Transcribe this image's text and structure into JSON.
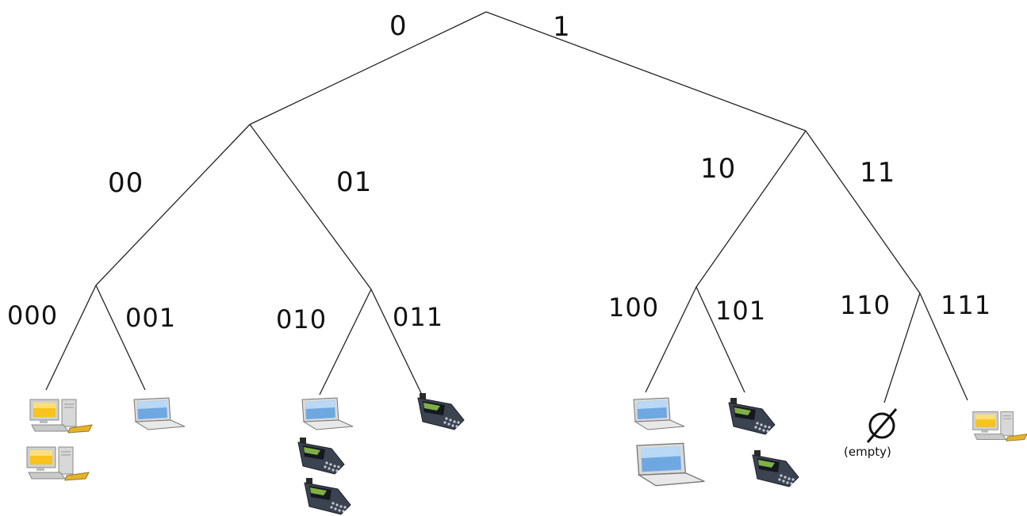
{
  "edge_labels": {
    "l0": "0",
    "l1": "1",
    "l00": "00",
    "l01": "01",
    "l10": "10",
    "l11": "11",
    "l000": "000",
    "l001": "001",
    "l010": "010",
    "l011": "011",
    "l100": "100",
    "l101": "101",
    "l110": "110",
    "l111": "111"
  },
  "leaves": {
    "b000": [
      "desktop",
      "desktop"
    ],
    "b001": [
      "laptop"
    ],
    "b010": [
      "laptop",
      "phone",
      "phone"
    ],
    "b011": [
      "phone"
    ],
    "b100": [
      "laptop",
      "laptop"
    ],
    "b101": [
      "phone",
      "phone"
    ],
    "b110": [
      "empty"
    ],
    "b111": [
      "desktop"
    ]
  },
  "empty_bucket": {
    "symbol": "∅",
    "text": "(empty)"
  }
}
